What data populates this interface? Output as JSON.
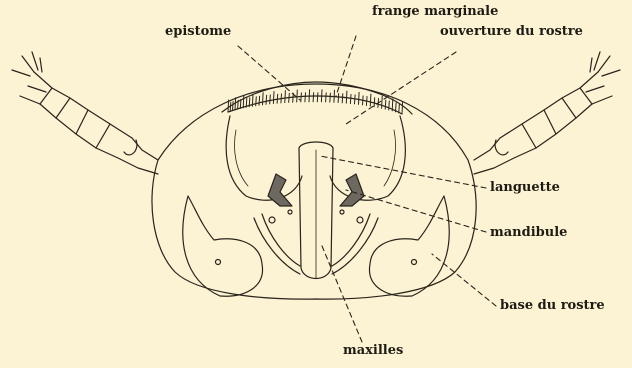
{
  "labels": {
    "epistome": "epistome",
    "frange": "frange marginale",
    "ouverture": "ouverture du rostre",
    "languette": "languette",
    "mandibule": "mandibule",
    "base": "base du rostre",
    "maxilles": "maxilles"
  },
  "colors": {
    "background": "#fbf3d3",
    "ink": "#1e1a14",
    "mandible_fill": "#6d6860"
  }
}
